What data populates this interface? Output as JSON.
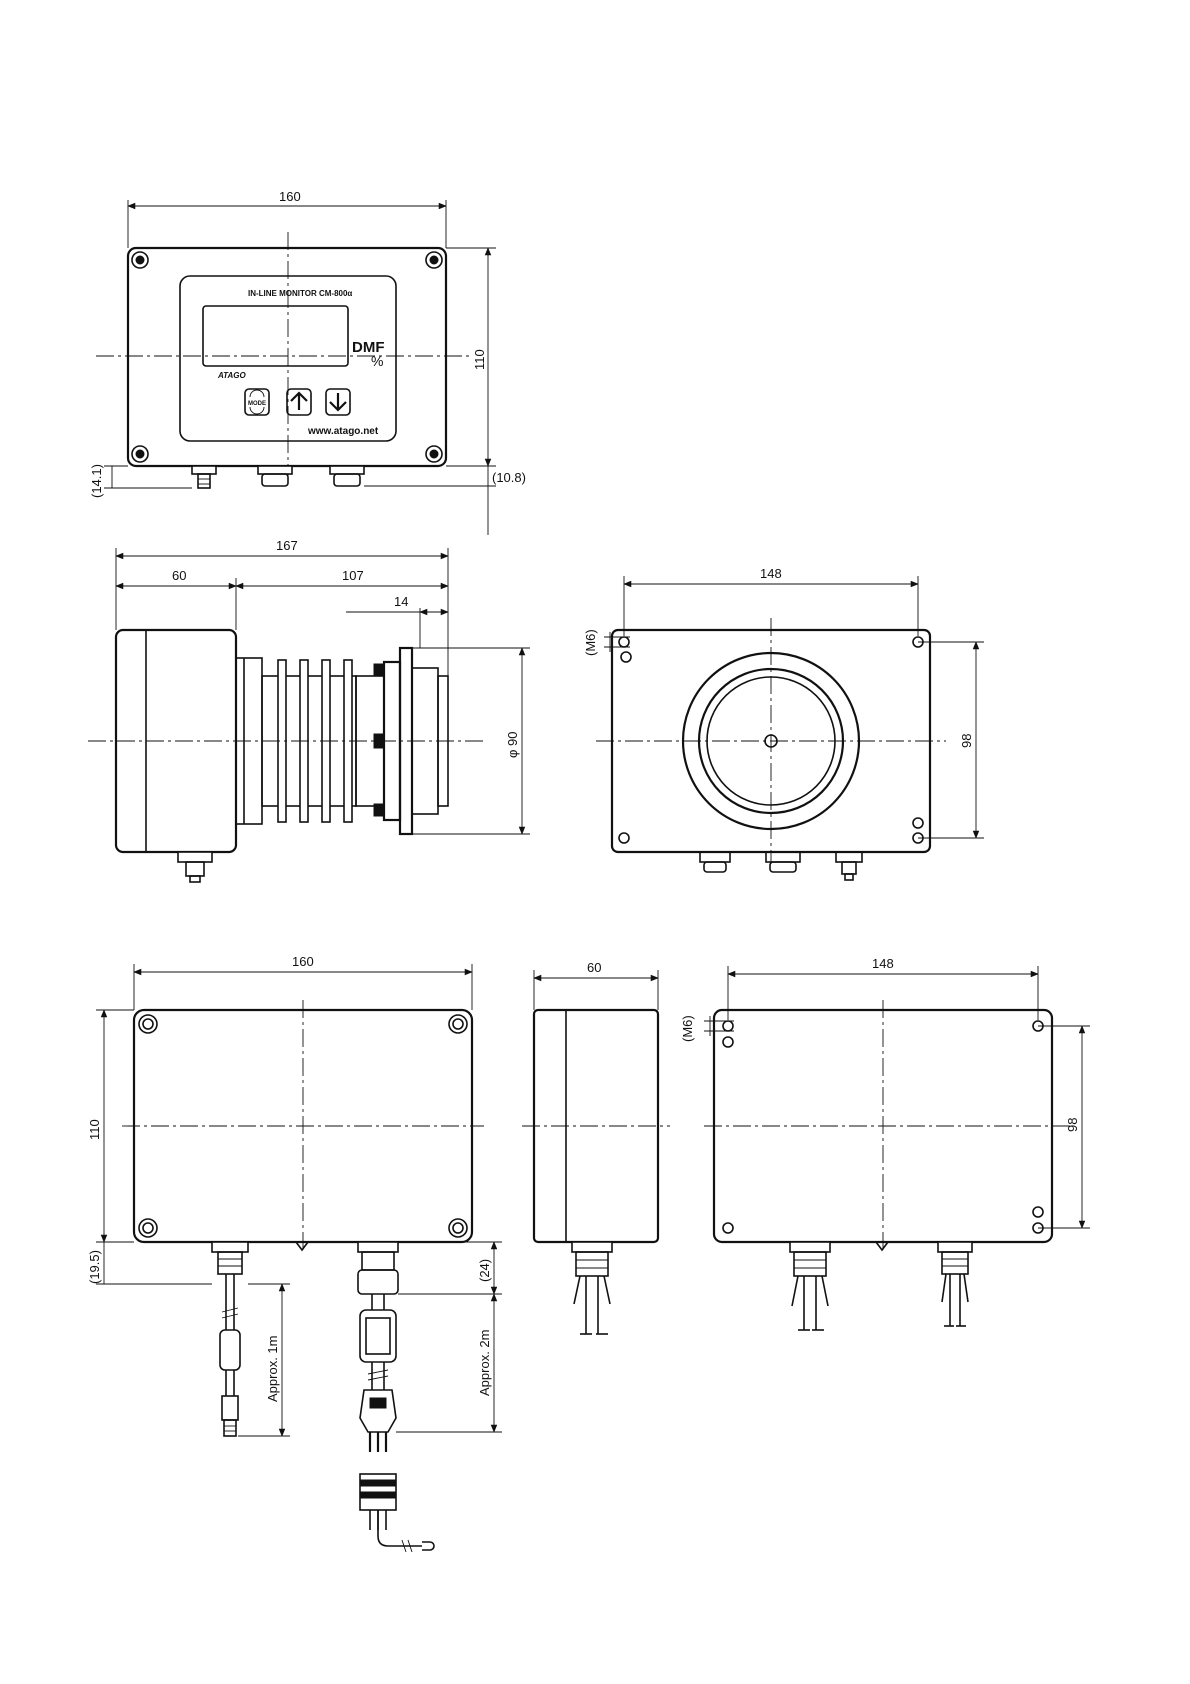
{
  "front_view": {
    "width_dim": "160",
    "height_dim": "110",
    "connector_dim_left": "(14.1)",
    "connector_dim_right": "(10.8)",
    "panel_title": "IN-LINE MONITOR  CM-800α",
    "unit_main": "DMF",
    "unit_sub": "%",
    "brand": "ATAGO",
    "mode_key": "MODE",
    "website": "www.atago.net"
  },
  "side_view": {
    "total_length": "167",
    "body_length": "60",
    "fin_length": "107",
    "flange_length": "14",
    "diameter": "φ 90"
  },
  "rear_view": {
    "width_dim": "148",
    "height_dim": "98",
    "thread": "(M6)"
  },
  "bottom_front": {
    "width_dim": "160",
    "height_dim": "110",
    "left_cable_offset": "(19.5)",
    "right_cable_offset": "(24)",
    "left_cable_length": "Approx. 1m",
    "right_cable_length": "Approx. 2m"
  },
  "bottom_side": {
    "depth_dim": "60"
  },
  "bottom_rear": {
    "width_dim": "148",
    "height_dim": "98",
    "thread": "(M6)"
  }
}
